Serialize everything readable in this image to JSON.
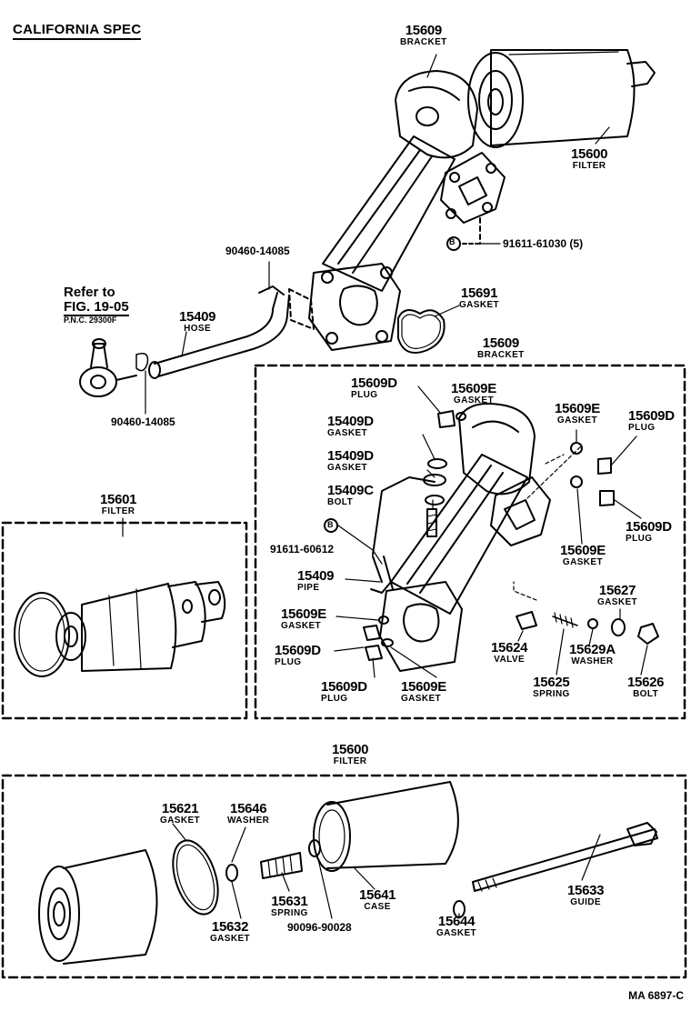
{
  "header": {
    "title": "CALIFORNIA SPEC"
  },
  "reference": {
    "line1": "Refer to",
    "line2": "FIG. 19-05",
    "line3": "P.N.C. 29300F"
  },
  "figure_code": "MA 6897-C",
  "callouts": {
    "bracket_top": {
      "number": "15609",
      "name": "BRACKET"
    },
    "filter_top": {
      "number": "15600",
      "name": "FILTER"
    },
    "bolt_91611": {
      "number": "91611-61030 (5)"
    },
    "clip_upper": {
      "number": "90460-14085"
    },
    "gasket_15691": {
      "number": "15691",
      "name": "GASKET"
    },
    "hose_15409": {
      "number": "15409",
      "name": "HOSE"
    },
    "clip_lower": {
      "number": "90460-14085"
    },
    "bracket_mid": {
      "number": "15609",
      "name": "BRACKET"
    },
    "plug_a": {
      "number": "15609D",
      "name": "PLUG"
    },
    "gasket_a": {
      "number": "15609E",
      "name": "GASKET"
    },
    "gasket_15409d_1": {
      "number": "15409D",
      "name": "GASKET"
    },
    "gasket_15409d_2": {
      "number": "15409D",
      "name": "GASKET"
    },
    "bolt_15409c": {
      "number": "15409C",
      "name": "BOLT"
    },
    "bolt_91611_60612": {
      "number": "91611-60612"
    },
    "pipe_15409": {
      "number": "15409",
      "name": "PIPE"
    },
    "gasket_b": {
      "number": "15609E",
      "name": "GASKET"
    },
    "plug_b": {
      "number": "15609D",
      "name": "PLUG"
    },
    "plug_c": {
      "number": "15609D",
      "name": "PLUG"
    },
    "gasket_c": {
      "number": "15609E",
      "name": "GASKET"
    },
    "gasket_d": {
      "number": "15609E",
      "name": "GASKET"
    },
    "plug_d": {
      "number": "15609D",
      "name": "PLUG"
    },
    "plug_e": {
      "number": "15609D",
      "name": "PLUG"
    },
    "gasket_e": {
      "number": "15609E",
      "name": "GASKET"
    },
    "gasket_15627": {
      "number": "15627",
      "name": "GASKET"
    },
    "valve_15624": {
      "number": "15624",
      "name": "VALVE"
    },
    "washer_15629a": {
      "number": "15629A",
      "name": "WASHER"
    },
    "spring_15625": {
      "number": "15625",
      "name": "SPRING"
    },
    "bolt_15626": {
      "number": "15626",
      "name": "BOLT"
    },
    "filter_15601": {
      "number": "15601",
      "name": "FILTER"
    },
    "filter_bottom": {
      "number": "15600",
      "name": "FILTER"
    },
    "gasket_15621": {
      "number": "15621",
      "name": "GASKET"
    },
    "washer_15646": {
      "number": "15646",
      "name": "WASHER"
    },
    "spring_15631": {
      "number": "15631",
      "name": "SPRING"
    },
    "case_15641": {
      "number": "15641",
      "name": "CASE"
    },
    "guide_15633": {
      "number": "15633",
      "name": "GUIDE"
    },
    "gasket_15632": {
      "number": "15632",
      "name": "GASKET"
    },
    "gasket_15644": {
      "number": "15644",
      "name": "GASKET"
    },
    "part_90096": {
      "number": "90096-90028"
    }
  },
  "icons": {
    "circled_b": "B"
  }
}
